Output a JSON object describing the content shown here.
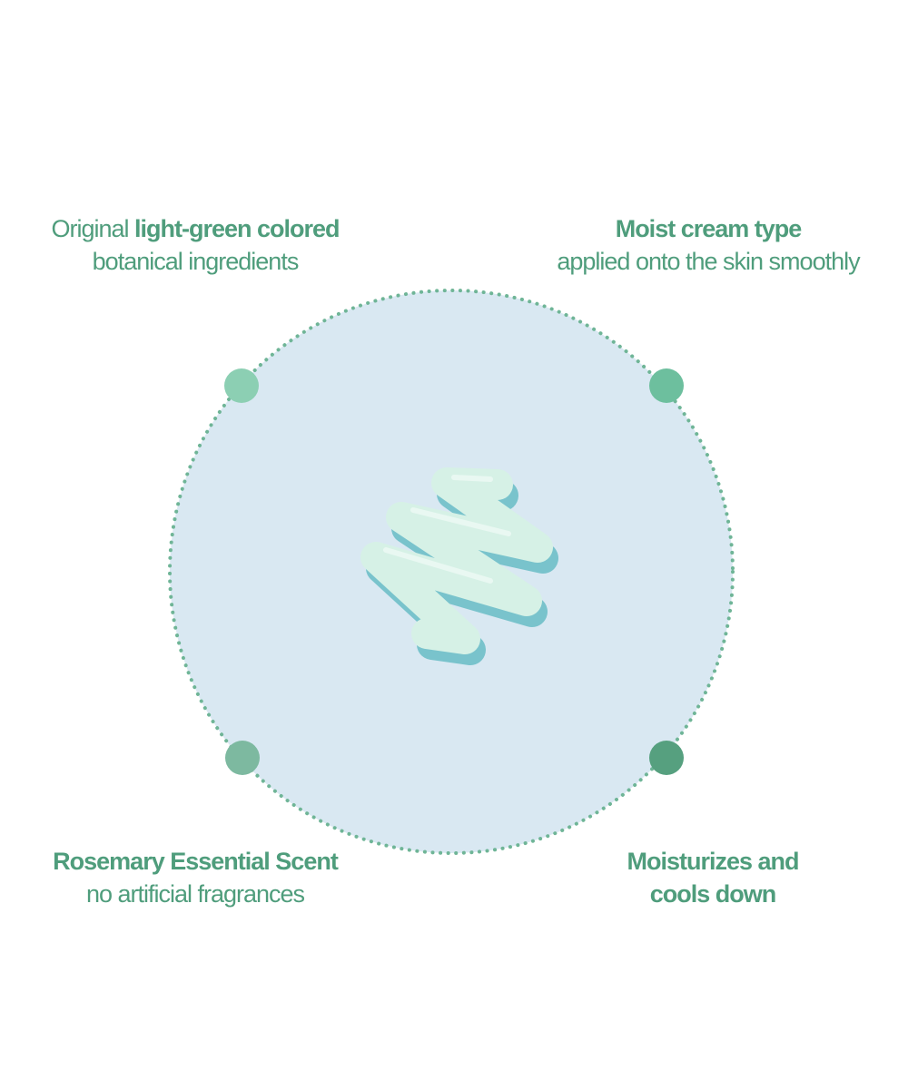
{
  "features": {
    "top_left": {
      "prefix": "Original ",
      "bold": "light-green colored",
      "line2": "botanical ingredients"
    },
    "top_right": {
      "bold": "Moist cream type",
      "line2": "applied onto the skin smoothly"
    },
    "bottom_left": {
      "bold": "Rosemary Essential Scent",
      "line2": "no artificial fragrances"
    },
    "bottom_right": {
      "bold_line1": "Moisturizes and",
      "bold_line2": "cools down"
    }
  },
  "colors": {
    "text": "#4f9d7c",
    "circle_fill": "#d9e8f2",
    "dot_top_left": "#8ccfb3",
    "dot_top_right": "#6dbf9e",
    "dot_bottom_left": "#7db9a0",
    "dot_bottom_right": "#56a07f"
  }
}
